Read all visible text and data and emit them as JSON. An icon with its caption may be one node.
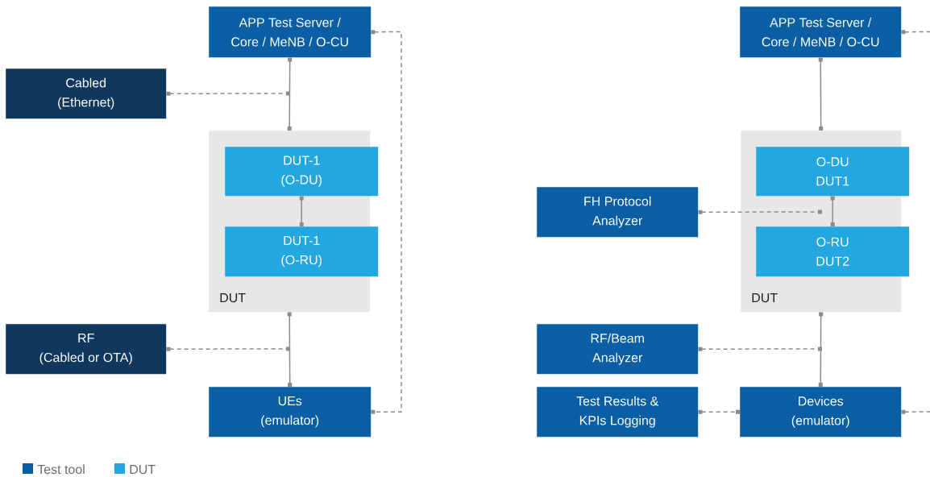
{
  "diagram": {
    "nodes": [
      {
        "text": [
          "APP Test Server / Core / MeNB / O-CU"
        ]
      },
      {
        "text": [
          "Cabled (Ethernet)"
        ]
      },
      {
        "text": [
          "DUT"
        ]
      },
      {
        "text": [
          "DUT-1 (O-DU)"
        ],
        "in": 2
      },
      {
        "text": [
          "DUT-1 (O-RU)"
        ],
        "in": 2
      },
      {
        "text": [
          "RF (Cabled or OTA)"
        ]
      },
      {
        "text": [
          "UEs (emulator)"
        ]
      },
      {
        "text": [
          "APP Test Server / Core / MeNB / O-CU"
        ]
      },
      {
        "text": [
          "FH Protocol Analyzer"
        ]
      },
      {
        "text": [
          "DUT"
        ]
      },
      {
        "text": [
          "O-DU DUT1"
        ],
        "in": 9
      },
      {
        "text": [
          "O-RU DUT2"
        ],
        "in": 9
      },
      {
        "text": [
          "RF/Beam Analyzer"
        ]
      },
      {
        "text": [
          "Test Results & KPIs Logging"
        ]
      },
      {
        "text": [
          "Devices (emulator)"
        ]
      }
    ],
    "edges": [
      {
        "from": 0,
        "to": 2,
        "arrow": "other"
      },
      {
        "from": 1,
        "to": null,
        "arrow": "other",
        "style": "dashed"
      },
      {
        "from": 3,
        "to": 4,
        "arrow": "other"
      },
      {
        "from": 2,
        "to": 6,
        "arrow": "other"
      },
      {
        "from": 5,
        "to": null,
        "arrow": "other",
        "style": "dashed"
      },
      {
        "from": 0,
        "to": 6,
        "arrow": "other",
        "style": "dashed"
      },
      {
        "from": 7,
        "to": 9,
        "arrow": "other"
      },
      {
        "from": 10,
        "to": 11,
        "arrow": "other"
      },
      {
        "from": 8,
        "to": null,
        "arrow": "other",
        "style": "dashed"
      },
      {
        "from": 9,
        "to": 14,
        "arrow": "other"
      },
      {
        "from": 12,
        "to": null,
        "arrow": "other",
        "style": "dashed"
      },
      {
        "from": 13,
        "to": 14,
        "arrow": "other",
        "style": "dashed"
      },
      {
        "from": 7,
        "to": null,
        "arrow": "other",
        "style": "dashed"
      },
      {
        "from": 14,
        "to": null,
        "arrow": "other",
        "style": "dashed"
      }
    ],
    "legend": [
      {
        "text": "Test tool",
        "color": "#0a5fa4"
      },
      {
        "text": "DUT",
        "color": "#22a7e0"
      }
    ]
  }
}
